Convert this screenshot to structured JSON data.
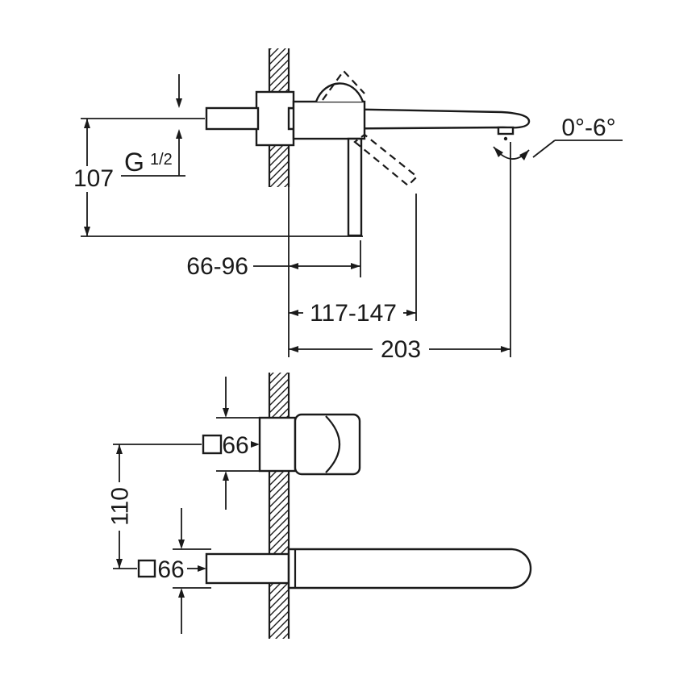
{
  "diagram": {
    "kind": "faucet-installation-dimension-drawing",
    "colors": {
      "line": "#1a1a1a",
      "background": "#ffffff"
    },
    "side_view": {
      "thread_g": "G",
      "thread_fraction": "1/2",
      "depth_height": "107",
      "body_projection_range": "66-96",
      "lever_projection_range": "117-147",
      "spout_reach": "203",
      "spout_angle_range": "0°-6°"
    },
    "front_view": {
      "escutcheon_size_top": "66",
      "escutcheon_size_bottom": "66",
      "vertical_spacing": "110"
    }
  }
}
